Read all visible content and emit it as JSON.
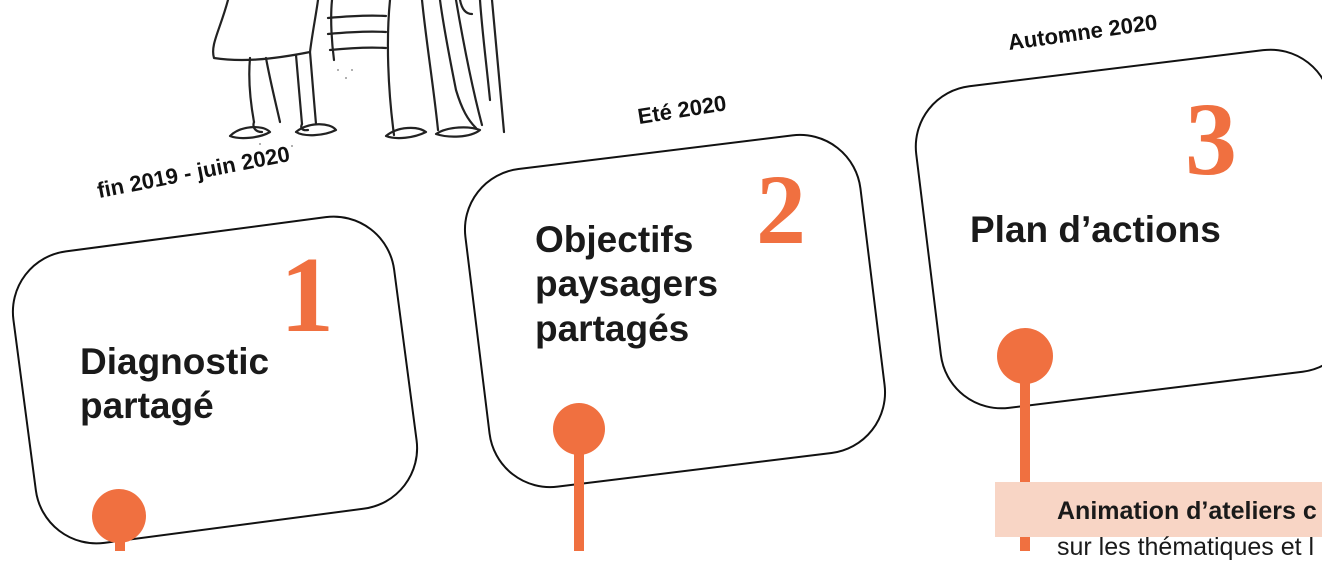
{
  "timeline": {
    "steps": [
      {
        "period": "fin 2019 - juin 2020",
        "number": "1",
        "title": "Diagnostic\npartagé"
      },
      {
        "period": "Eté 2020",
        "number": "2",
        "title": "Objectifs\npaysagers\npartagés"
      },
      {
        "period": "Automne 2020",
        "number": "3",
        "title": "Plan d’actions"
      }
    ]
  },
  "annotation": {
    "strong_text": "Animation d’ateliers c",
    "sub_text": "sur les thématiques et l"
  },
  "colors": {
    "accent": "#f07040",
    "highlight": "#f8d5c5",
    "ink": "#1a1a1a"
  },
  "icons": {
    "illustration": "sketch-figures-illustration"
  }
}
